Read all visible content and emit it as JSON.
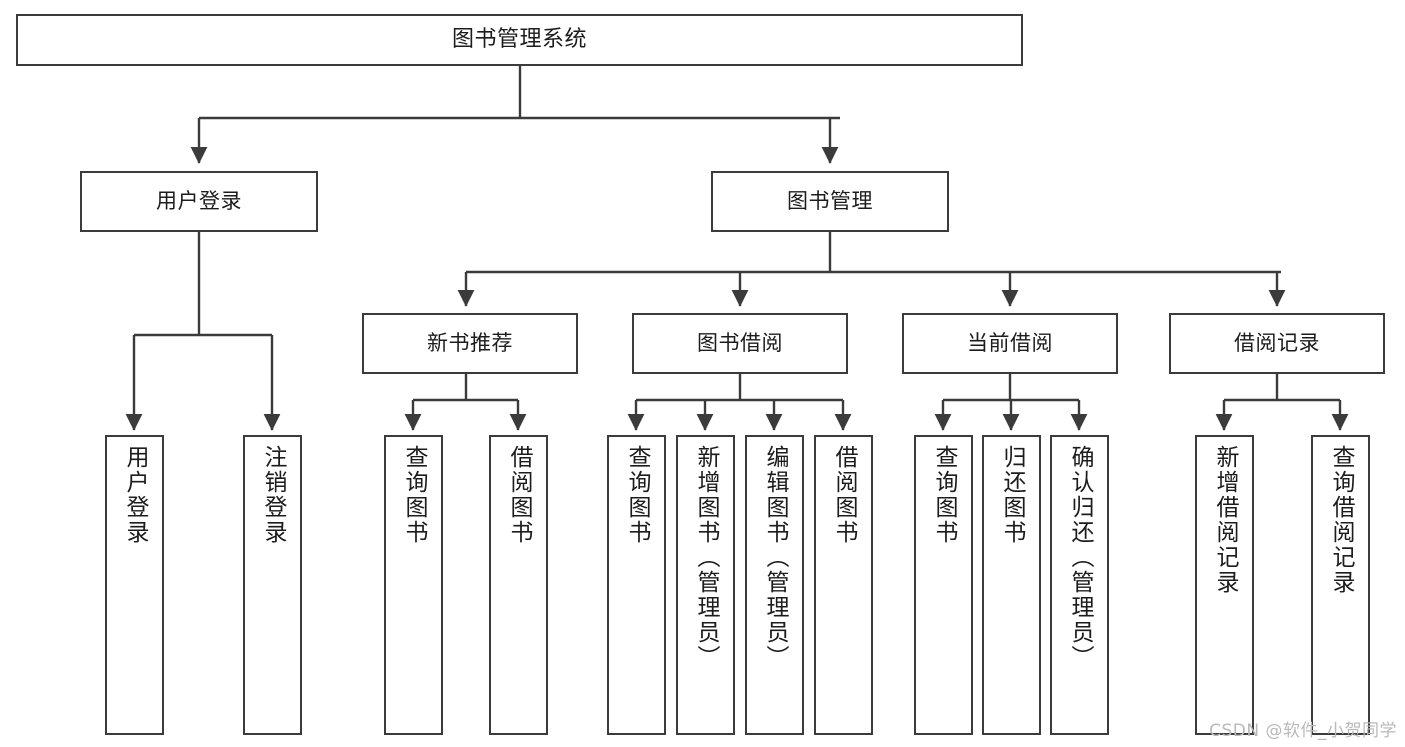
{
  "diagram": {
    "type": "tree-hierarchy-flowchart",
    "title": "图书管理系统",
    "background_color": "#ffffff",
    "line_color": "#3b3b3b",
    "text_color": "#1c1c1c",
    "levels": 3
  },
  "root": {
    "label": "图书管理系统"
  },
  "level1": [
    {
      "label": "用户登录"
    },
    {
      "label": "图书管理"
    }
  ],
  "level2": [
    {
      "label": "新书推荐"
    },
    {
      "label": "图书借阅"
    },
    {
      "label": "当前借阅"
    },
    {
      "label": "借阅记录"
    }
  ],
  "leaves": {
    "user_login": [
      {
        "label": "用户登录"
      },
      {
        "label": "注销登录"
      }
    ],
    "new_book_recommend": [
      {
        "label": "查询图书"
      },
      {
        "label": "借阅图书"
      }
    ],
    "book_borrow": [
      {
        "label": "查询图书"
      },
      {
        "label": "新增图书（管理员）"
      },
      {
        "label": "编辑图书（管理员）"
      },
      {
        "label": "借阅图书"
      }
    ],
    "current_borrow": [
      {
        "label": "查询图书"
      },
      {
        "label": "归还图书"
      },
      {
        "label": "确认归还（管理员）"
      }
    ],
    "borrow_record": [
      {
        "label": "新增借阅记录"
      },
      {
        "label": "查询借阅记录"
      }
    ]
  },
  "watermark": {
    "text": "CSDN @软件_小贺同学"
  }
}
